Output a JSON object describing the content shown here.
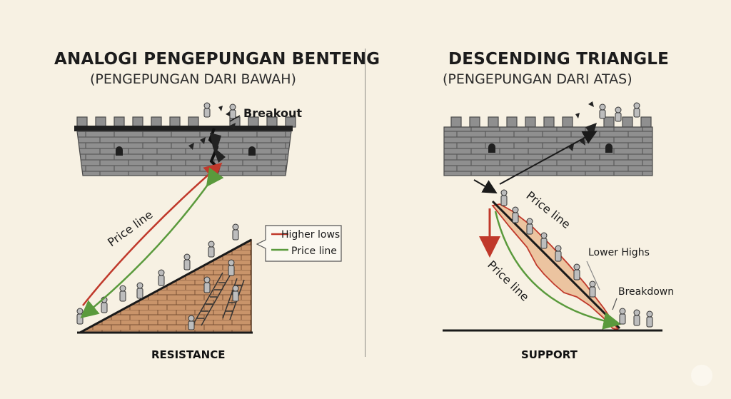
{
  "left": {
    "title": "ANALOGI PENGEPUNGAN BENTENG",
    "subtitle": "(PENGEPUNGAN DARI BAWAH)",
    "breakout_label": "Breakout",
    "price_line_label": "Price line",
    "legend": {
      "higher_lows": "Higher lows",
      "price_line": "Price line"
    },
    "caption": "RESISTANCE"
  },
  "right": {
    "title": "DESCENDING TRIANGLE",
    "subtitle": "(PENGEPUNGAN DARI ATAS)",
    "price_line_label_top": "Price line",
    "price_line_label_bottom": "Price line",
    "lower_highs_label": "Lower Highs",
    "breakdown_label": "Breakdown",
    "caption": "SUPPORT"
  },
  "colors": {
    "background": "#f7f1e3",
    "wall": "#8e8e8e",
    "brick": "#c9946a",
    "red_arrow": "#c0392b",
    "green_arrow": "#5a9a3c"
  }
}
